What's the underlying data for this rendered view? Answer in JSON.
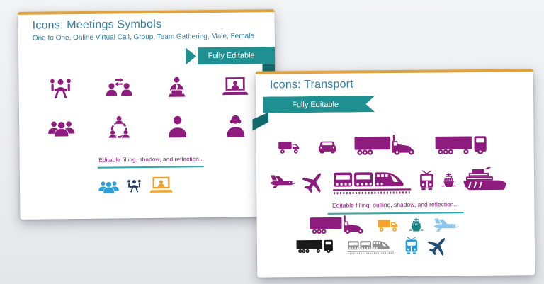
{
  "colors": {
    "accent_orange": "#E0A23F",
    "title_blue": "#2E7DA8",
    "ribbon_teal": "#1F9092",
    "ribbon_fold": "#11696B",
    "icon_purple": "#8E1C7E",
    "underline_teal": "#2AA7A7"
  },
  "slides": [
    {
      "title": "Icons: Meetings Symbols",
      "subtitle": "One to One, Online Virtual Call, Group, Team Gathering, Male, Female",
      "ribbon_label": "Fully Editable",
      "icon_rows": [
        [
          "meeting-table",
          "one-to-one",
          "person-laptop",
          "video-call"
        ],
        [
          "group",
          "team-circle",
          "male",
          "female"
        ]
      ],
      "caption": "Editable filling, shadow, and reflection...",
      "variant_icons": [
        {
          "icon": "group",
          "color": "#2D9FD8",
          "s": 0.65
        },
        {
          "icon": "meeting-table",
          "color": "#1F3864",
          "s": 0.55
        },
        {
          "icon": "video-call",
          "color": "#EBA22F",
          "s": 0.76
        }
      ]
    },
    {
      "title": "Icons: Transport",
      "ribbon_label": "Fully Editable",
      "icon_rows": [
        [
          {
            "icon": "truck",
            "s": 0.62
          },
          {
            "icon": "car",
            "s": 0.68
          },
          {
            "icon": "semi-truck",
            "s": 0.92
          },
          {
            "icon": "trailer-truck",
            "s": 0.9
          }
        ],
        [
          {
            "icon": "plane-side",
            "s": 0.66
          },
          {
            "icon": "plane-top",
            "s": 0.78,
            "r": 38
          },
          {
            "icon": "train",
            "s": 1
          },
          {
            "icon": "tram",
            "s": 0.68
          },
          {
            "icon": "ship",
            "s": 0.52
          },
          {
            "icon": "cruise-ship",
            "s": 0.95
          }
        ]
      ],
      "caption": "Editable filling, outline, shadow, and reflection...",
      "variant_rows": [
        [
          {
            "icon": "semi-truck",
            "color": "#8E1C7E",
            "s": 0.82
          },
          {
            "icon": "truck",
            "color": "#F2A430",
            "s": 0.6
          },
          {
            "icon": "ship",
            "color": "#17868B",
            "s": 0.5
          },
          {
            "icon": "plane-side",
            "color": "#8BC7EC",
            "s": 0.64
          }
        ],
        [
          {
            "icon": "trailer-truck",
            "color": "#1A1A1A",
            "s": 0.64
          },
          {
            "icon": "train",
            "color": "#8E8E8E",
            "s": 0.6
          },
          {
            "icon": "tram",
            "color": "#1E9BD7",
            "s": 0.6
          },
          {
            "icon": "plane-top",
            "color": "#1F4E79",
            "s": 0.72,
            "r": 42
          }
        ]
      ]
    }
  ]
}
